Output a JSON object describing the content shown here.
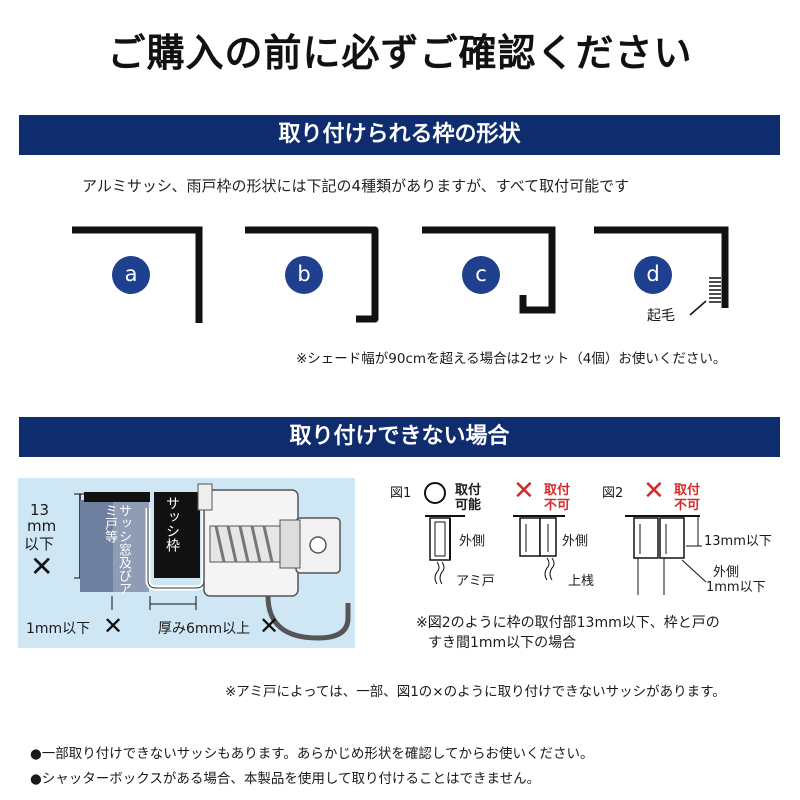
{
  "title": "ご購入の前に必ずご確認ください",
  "section1": {
    "heading": "取り付けられる枠の形状",
    "description": "アルミサッシ、雨戸枠の形状には下記の4種類がありますが、すべて取付可能です",
    "shapes": [
      {
        "label": "a"
      },
      {
        "label": "b"
      },
      {
        "label": "c"
      },
      {
        "label": "d",
        "note": "起毛"
      }
    ],
    "note": "※シェード幅が90cmを超える場合は2セット（4個）お使いください。"
  },
  "section2": {
    "heading": "取り付けできない場合",
    "illustration": {
      "height_label_1": "13",
      "height_label_2": "mm",
      "height_label_3": "以下",
      "frame_label": "サッシ枠",
      "window_label": "サッシ窓及びアミ戸等",
      "gap_label": "1mm以下",
      "thickness_label": "厚み6mm以上"
    },
    "fig1": {
      "label": "図1",
      "ok_text_1": "取付",
      "ok_text_2": "可能",
      "ng_text_1": "取付",
      "ng_text_2": "不可",
      "outer_left": "外側",
      "outer_right": "外側",
      "screen_label": "アミ戸",
      "rail_label": "上桟"
    },
    "fig2": {
      "label": "図2",
      "ng_text_1": "取付",
      "ng_text_2": "不可",
      "dim1": "13mm以下",
      "dim2_1": "外側",
      "dim2_2": "1mm以下"
    },
    "fig_note_1": "※図2のように枠の取付部13mm以下、枠と戸の",
    "fig_note_2": "すき間1mm以下の場合",
    "screen_note": "※アミ戸によっては、一部、図1の×のように取り付けできないサッシがあります。"
  },
  "bullets": [
    "●一部取り付けできないサッシもあります。あらかじめ形状を確認してからお使いください。",
    "●シャッターボックスがある場合、本製品を使用して取り付けることはできません。"
  ],
  "colors": {
    "navy": "#0f2d6e",
    "circle_blue": "#1f3f8f",
    "ng_red": "#d42a2a",
    "panel_blue": "#cfe7f4"
  }
}
